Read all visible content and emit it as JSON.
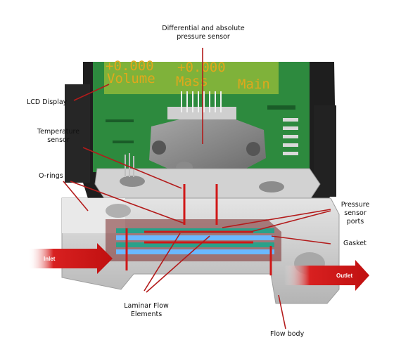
{
  "labels": {
    "pressure_sensor": [
      "Differential and absolute",
      "pressure sensor"
    ],
    "lcd_display": "LCD Display",
    "temperature_sensor": [
      "Temperature",
      "sensor"
    ],
    "o_rings": "O-rings",
    "pressure_ports": [
      "Pressure",
      "sensor",
      "ports"
    ],
    "gasket": "Gasket",
    "laminar_flow": [
      "Laminar Flow",
      "Elements"
    ],
    "flow_body": "Flow body"
  },
  "lcd": {
    "top_left": "+0.000",
    "top_mid": "+0.000",
    "bottom": [
      "Volume",
      "Mass",
      "Main"
    ]
  },
  "arrows": {
    "inlet": "Inlet",
    "outlet": "Outlet"
  },
  "colors": {
    "pcb_green": "#2d8a3e",
    "lcd_bg": "#7fb23a",
    "lcd_text": "#e0a81c",
    "body_grey": "#c9c9c9",
    "leader_red": "#b31b1b",
    "flow_red": "#d01818"
  }
}
